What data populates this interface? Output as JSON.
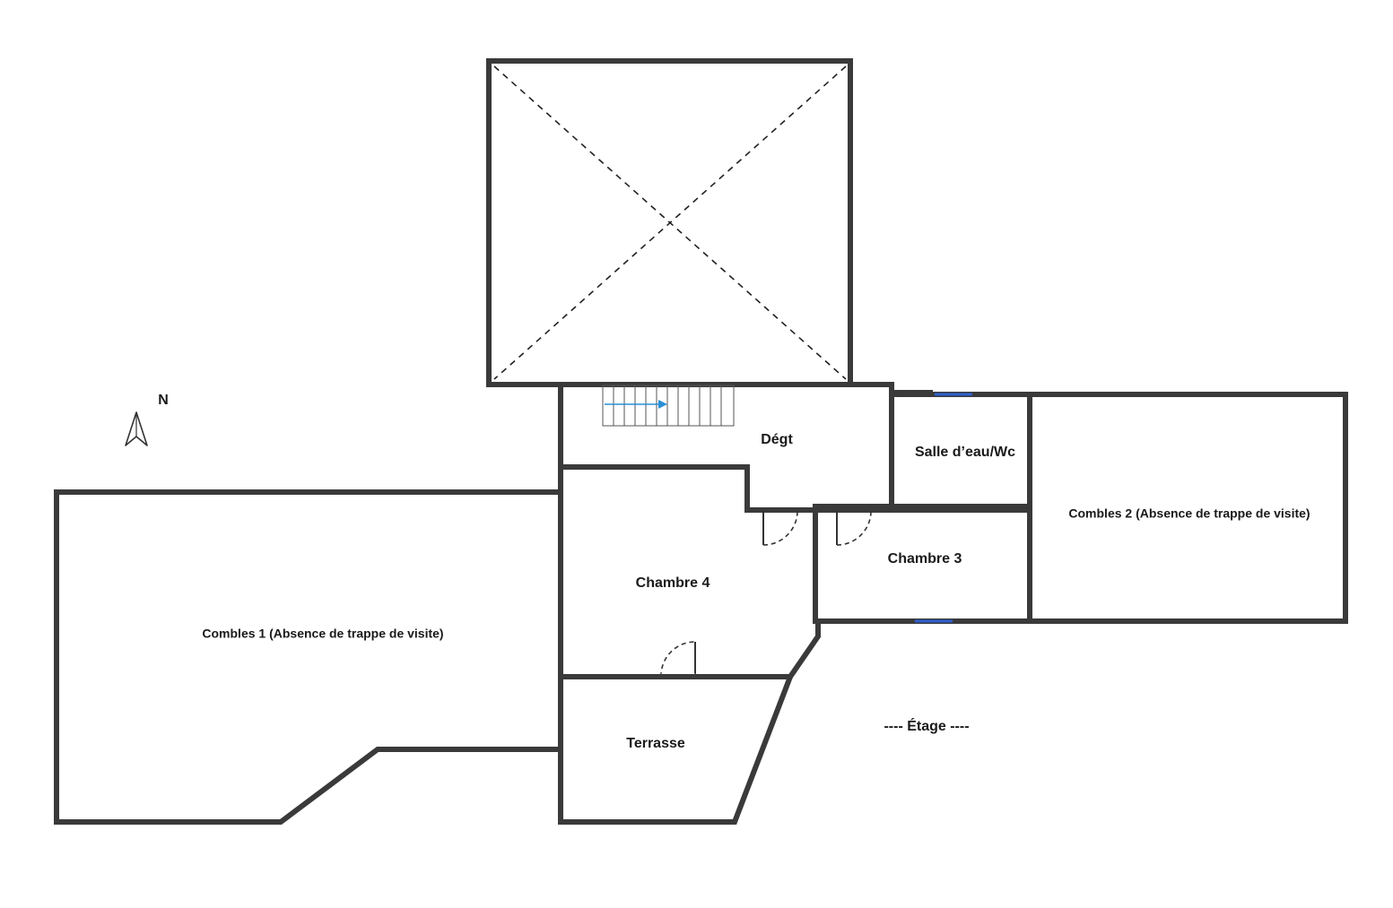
{
  "plan": {
    "level_label": "---- Étage ----",
    "compass_label": "N",
    "rooms": {
      "void": "",
      "degt": "Dégt",
      "salle_eau": "Salle d’eau/Wc",
      "combles2": "Combles 2 (Absence de trappe de visite)",
      "chambre3": "Chambre 3",
      "chambre4": "Chambre 4",
      "combles1": "Combles 1 (Absence de trappe de visite)",
      "terrasse": "Terrasse"
    }
  },
  "colors": {
    "wall": "#3a3a3a",
    "window": "#2f5fcf",
    "stair_arrow": "#2a8fd6",
    "background": "#ffffff"
  }
}
